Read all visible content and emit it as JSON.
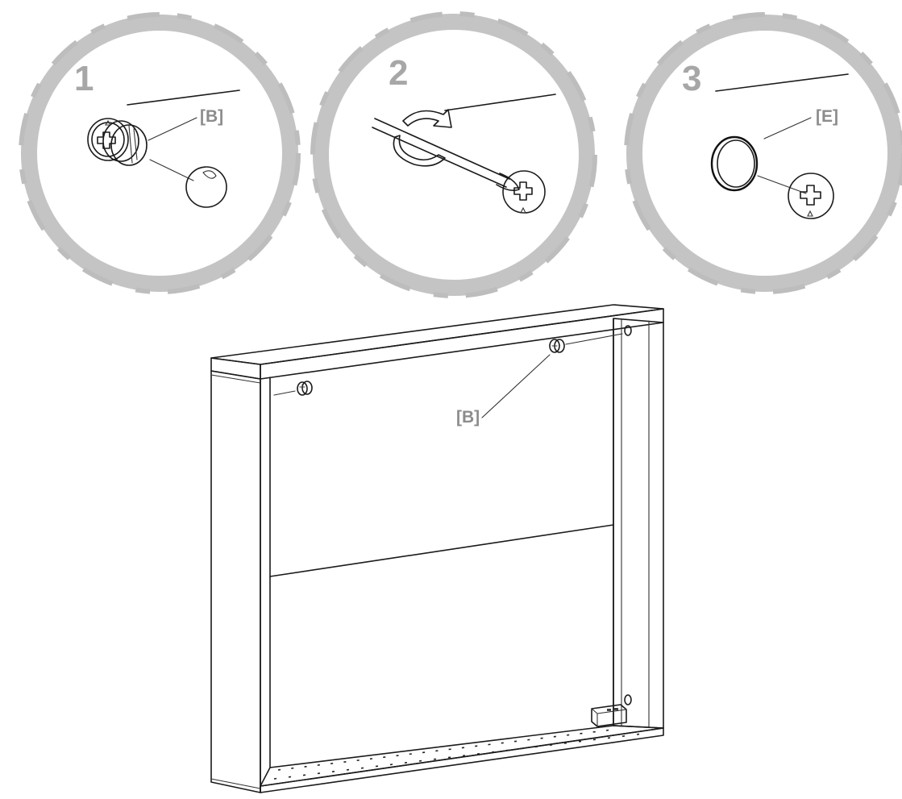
{
  "steps": [
    {
      "number": "1",
      "callout": "[B]"
    },
    {
      "number": "2"
    },
    {
      "number": "3",
      "callout": "[E]"
    }
  ],
  "main_callout": "[B]",
  "colors": {
    "ring": "#c4c4c4",
    "step_number": "#a7a7a7",
    "callout_text": "#8c8c8c",
    "line": "#1a1a1a"
  }
}
